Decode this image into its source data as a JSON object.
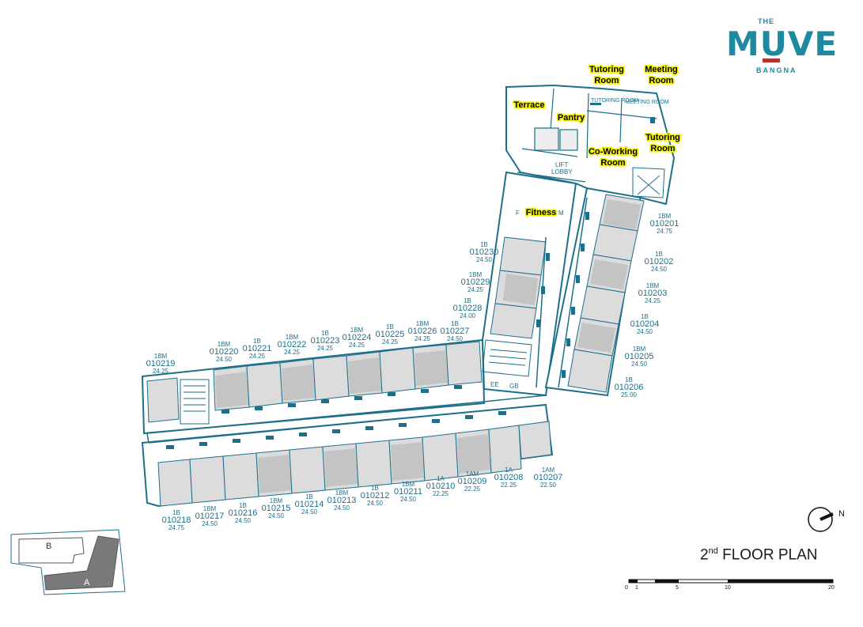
{
  "brand": {
    "the": "THE",
    "name": "MUVE",
    "location": "BANGNA"
  },
  "plan_title": {
    "ordinal": "2",
    "suffix": "nd",
    "text": "FLOOR PLAN"
  },
  "compass": {
    "north_label": "N"
  },
  "scale_bar": {
    "ticks": [
      "0",
      "1",
      "5",
      "10",
      "20"
    ]
  },
  "key_plan": {
    "buildings": [
      "B",
      "A"
    ]
  },
  "facilities": [
    {
      "line1": "Tutoring",
      "line2": "Room"
    },
    {
      "line1": "Meeting",
      "line2": "Room"
    },
    {
      "line1": "Terrace",
      "line2": ""
    },
    {
      "line1": "Pantry",
      "line2": ""
    },
    {
      "line1": "Tutoring",
      "line2": "Room"
    },
    {
      "line1": "Co-Working",
      "line2": "Room"
    },
    {
      "line1": "Fitness",
      "line2": ""
    }
  ],
  "room_labels": {
    "tutoring": "TUTORING ROOM",
    "meeting": "MEETING ROOM",
    "lift_lobby_1": "LIFT",
    "lift_lobby_2": "LOBBY",
    "ee": "EE",
    "gb": "GB",
    "fitness_small": "F",
    "fitness_small2": "M"
  },
  "units": [
    {
      "type": "1BM",
      "no": "010201",
      "area": "24.75"
    },
    {
      "type": "1B",
      "no": "010202",
      "area": "24.50"
    },
    {
      "type": "1BM",
      "no": "010203",
      "area": "24.25"
    },
    {
      "type": "1B",
      "no": "010204",
      "area": "24.50"
    },
    {
      "type": "1BM",
      "no": "010205",
      "area": "24.50"
    },
    {
      "type": "1B",
      "no": "010206",
      "area": "25.00"
    },
    {
      "type": "1AM",
      "no": "010207",
      "area": "22.50"
    },
    {
      "type": "1A",
      "no": "010208",
      "area": "22.25"
    },
    {
      "type": "1AM",
      "no": "010209",
      "area": "22.25"
    },
    {
      "type": "1A",
      "no": "010210",
      "area": "22.25"
    },
    {
      "type": "1BM",
      "no": "010211",
      "area": "24.50"
    },
    {
      "type": "1B",
      "no": "010212",
      "area": "24.50"
    },
    {
      "type": "1BM",
      "no": "010213",
      "area": "24.50"
    },
    {
      "type": "1B",
      "no": "010214",
      "area": "24.50"
    },
    {
      "type": "1BM",
      "no": "010215",
      "area": "24.50"
    },
    {
      "type": "1B",
      "no": "010216",
      "area": "24.50"
    },
    {
      "type": "1BM",
      "no": "010217",
      "area": "24.50"
    },
    {
      "type": "1B",
      "no": "010218",
      "area": "24.75"
    },
    {
      "type": "1BM",
      "no": "010219",
      "area": "24.25"
    },
    {
      "type": "1BM",
      "no": "010220",
      "area": "24.50"
    },
    {
      "type": "1B",
      "no": "010221",
      "area": "24.25"
    },
    {
      "type": "1BM",
      "no": "010222",
      "area": "24.25"
    },
    {
      "type": "1B",
      "no": "010223",
      "area": "24.25"
    },
    {
      "type": "1BM",
      "no": "010224",
      "area": "24.25"
    },
    {
      "type": "1B",
      "no": "010225",
      "area": "24.25"
    },
    {
      "type": "1BM",
      "no": "010226",
      "area": "24.25"
    },
    {
      "type": "1B",
      "no": "010227",
      "area": "24.50"
    },
    {
      "type": "1B",
      "no": "010228",
      "area": "24.00"
    },
    {
      "type": "1BM",
      "no": "010229",
      "area": "24.25"
    },
    {
      "type": "1B",
      "no": "010230",
      "area": "24.50"
    }
  ],
  "colors": {
    "accent": "#1d8aa0",
    "wall": "#1d6f8a",
    "room_fill": "#dcdcdc",
    "room_fill_dark": "#c4c4c4",
    "highlight": "#f6f300",
    "logo_bar": "#b9332e"
  }
}
